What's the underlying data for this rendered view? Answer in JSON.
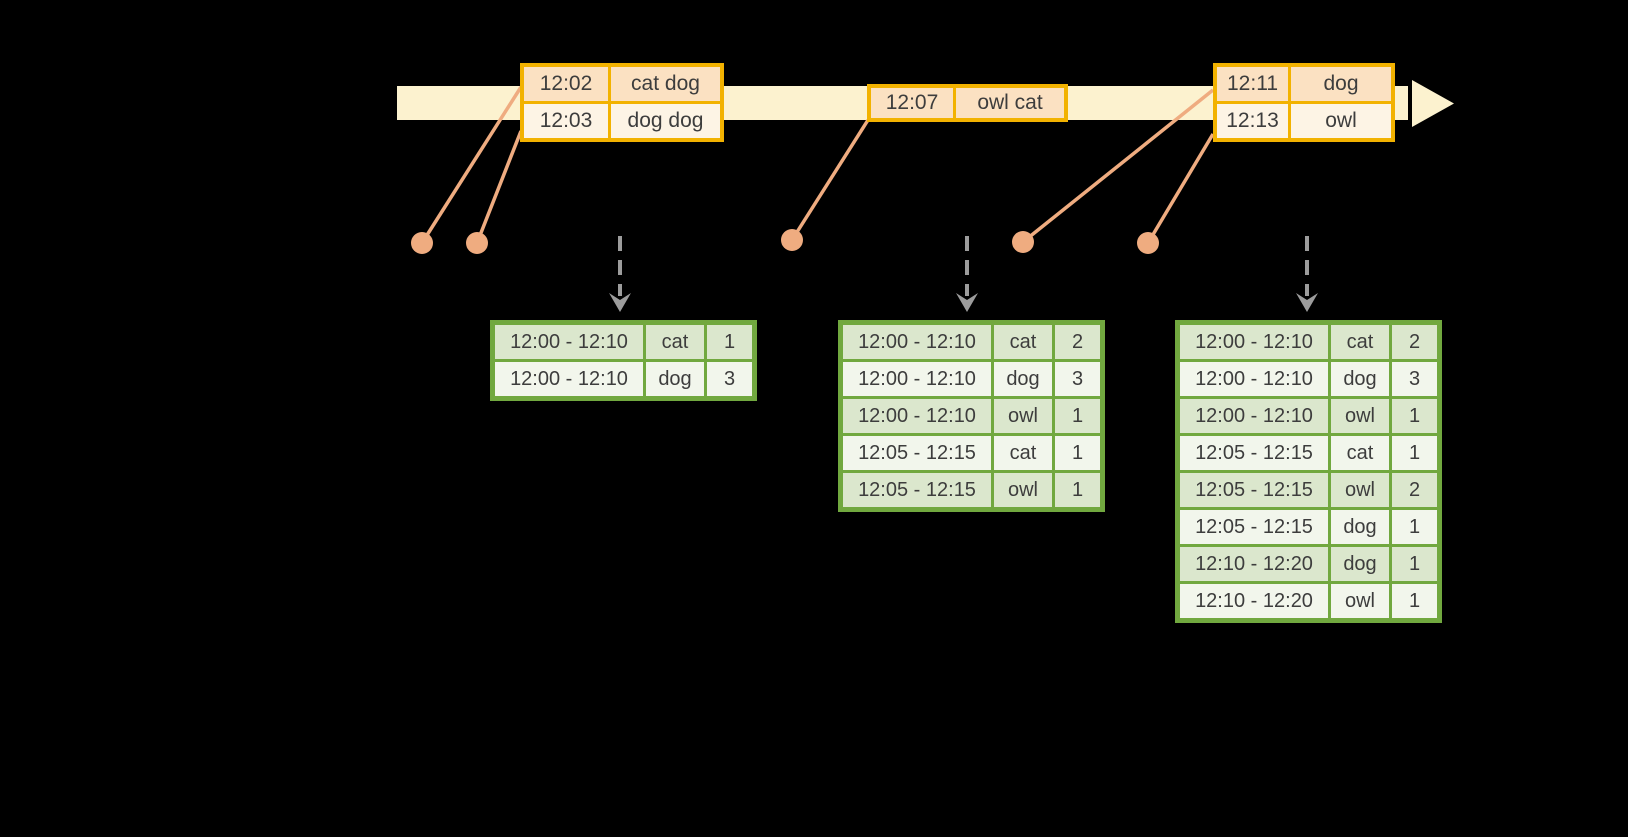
{
  "colors": {
    "background": "#000000",
    "timeline_band": "#FCF2CF",
    "event_table_border": "#F2B200",
    "event_row_dark": "#FBE1C2",
    "event_row_light": "#FDF4E5",
    "connector_and_dots": "#EFAC80",
    "result_table_border": "#71A83F",
    "result_row_dark": "#DBE7CD",
    "result_row_light": "#F2F6EC",
    "trigger_arrow": "#9C9C9C",
    "text": "#3D3D3D"
  },
  "icons": {
    "timeline_arrowhead": "right-arrowhead",
    "event_dot": "filled-circle",
    "trigger_arrow": "dashed-down-arrow"
  },
  "timeline": {
    "event_tables": [
      {
        "rows": [
          {
            "time": "12:02",
            "words": "cat dog"
          },
          {
            "time": "12:03",
            "words": "dog dog"
          }
        ]
      },
      {
        "rows": [
          {
            "time": "12:07",
            "words": "owl cat"
          }
        ]
      },
      {
        "rows": [
          {
            "time": "12:11",
            "words": "dog"
          },
          {
            "time": "12:13",
            "words": "owl"
          }
        ]
      }
    ]
  },
  "result_tables": [
    {
      "rows": [
        {
          "window": "12:00 - 12:10",
          "word": "cat",
          "count": "1"
        },
        {
          "window": "12:00 - 12:10",
          "word": "dog",
          "count": "3"
        }
      ]
    },
    {
      "rows": [
        {
          "window": "12:00 - 12:10",
          "word": "cat",
          "count": "2"
        },
        {
          "window": "12:00 - 12:10",
          "word": "dog",
          "count": "3"
        },
        {
          "window": "12:00 - 12:10",
          "word": "owl",
          "count": "1"
        },
        {
          "window": "12:05 - 12:15",
          "word": "cat",
          "count": "1"
        },
        {
          "window": "12:05 - 12:15",
          "word": "owl",
          "count": "1"
        }
      ]
    },
    {
      "rows": [
        {
          "window": "12:00 - 12:10",
          "word": "cat",
          "count": "2"
        },
        {
          "window": "12:00 - 12:10",
          "word": "dog",
          "count": "3"
        },
        {
          "window": "12:00 - 12:10",
          "word": "owl",
          "count": "1"
        },
        {
          "window": "12:05 - 12:15",
          "word": "cat",
          "count": "1"
        },
        {
          "window": "12:05 - 12:15",
          "word": "owl",
          "count": "2"
        },
        {
          "window": "12:05 - 12:15",
          "word": "dog",
          "count": "1"
        },
        {
          "window": "12:10 - 12:20",
          "word": "dog",
          "count": "1"
        },
        {
          "window": "12:10 - 12:20",
          "word": "owl",
          "count": "1"
        }
      ]
    }
  ]
}
